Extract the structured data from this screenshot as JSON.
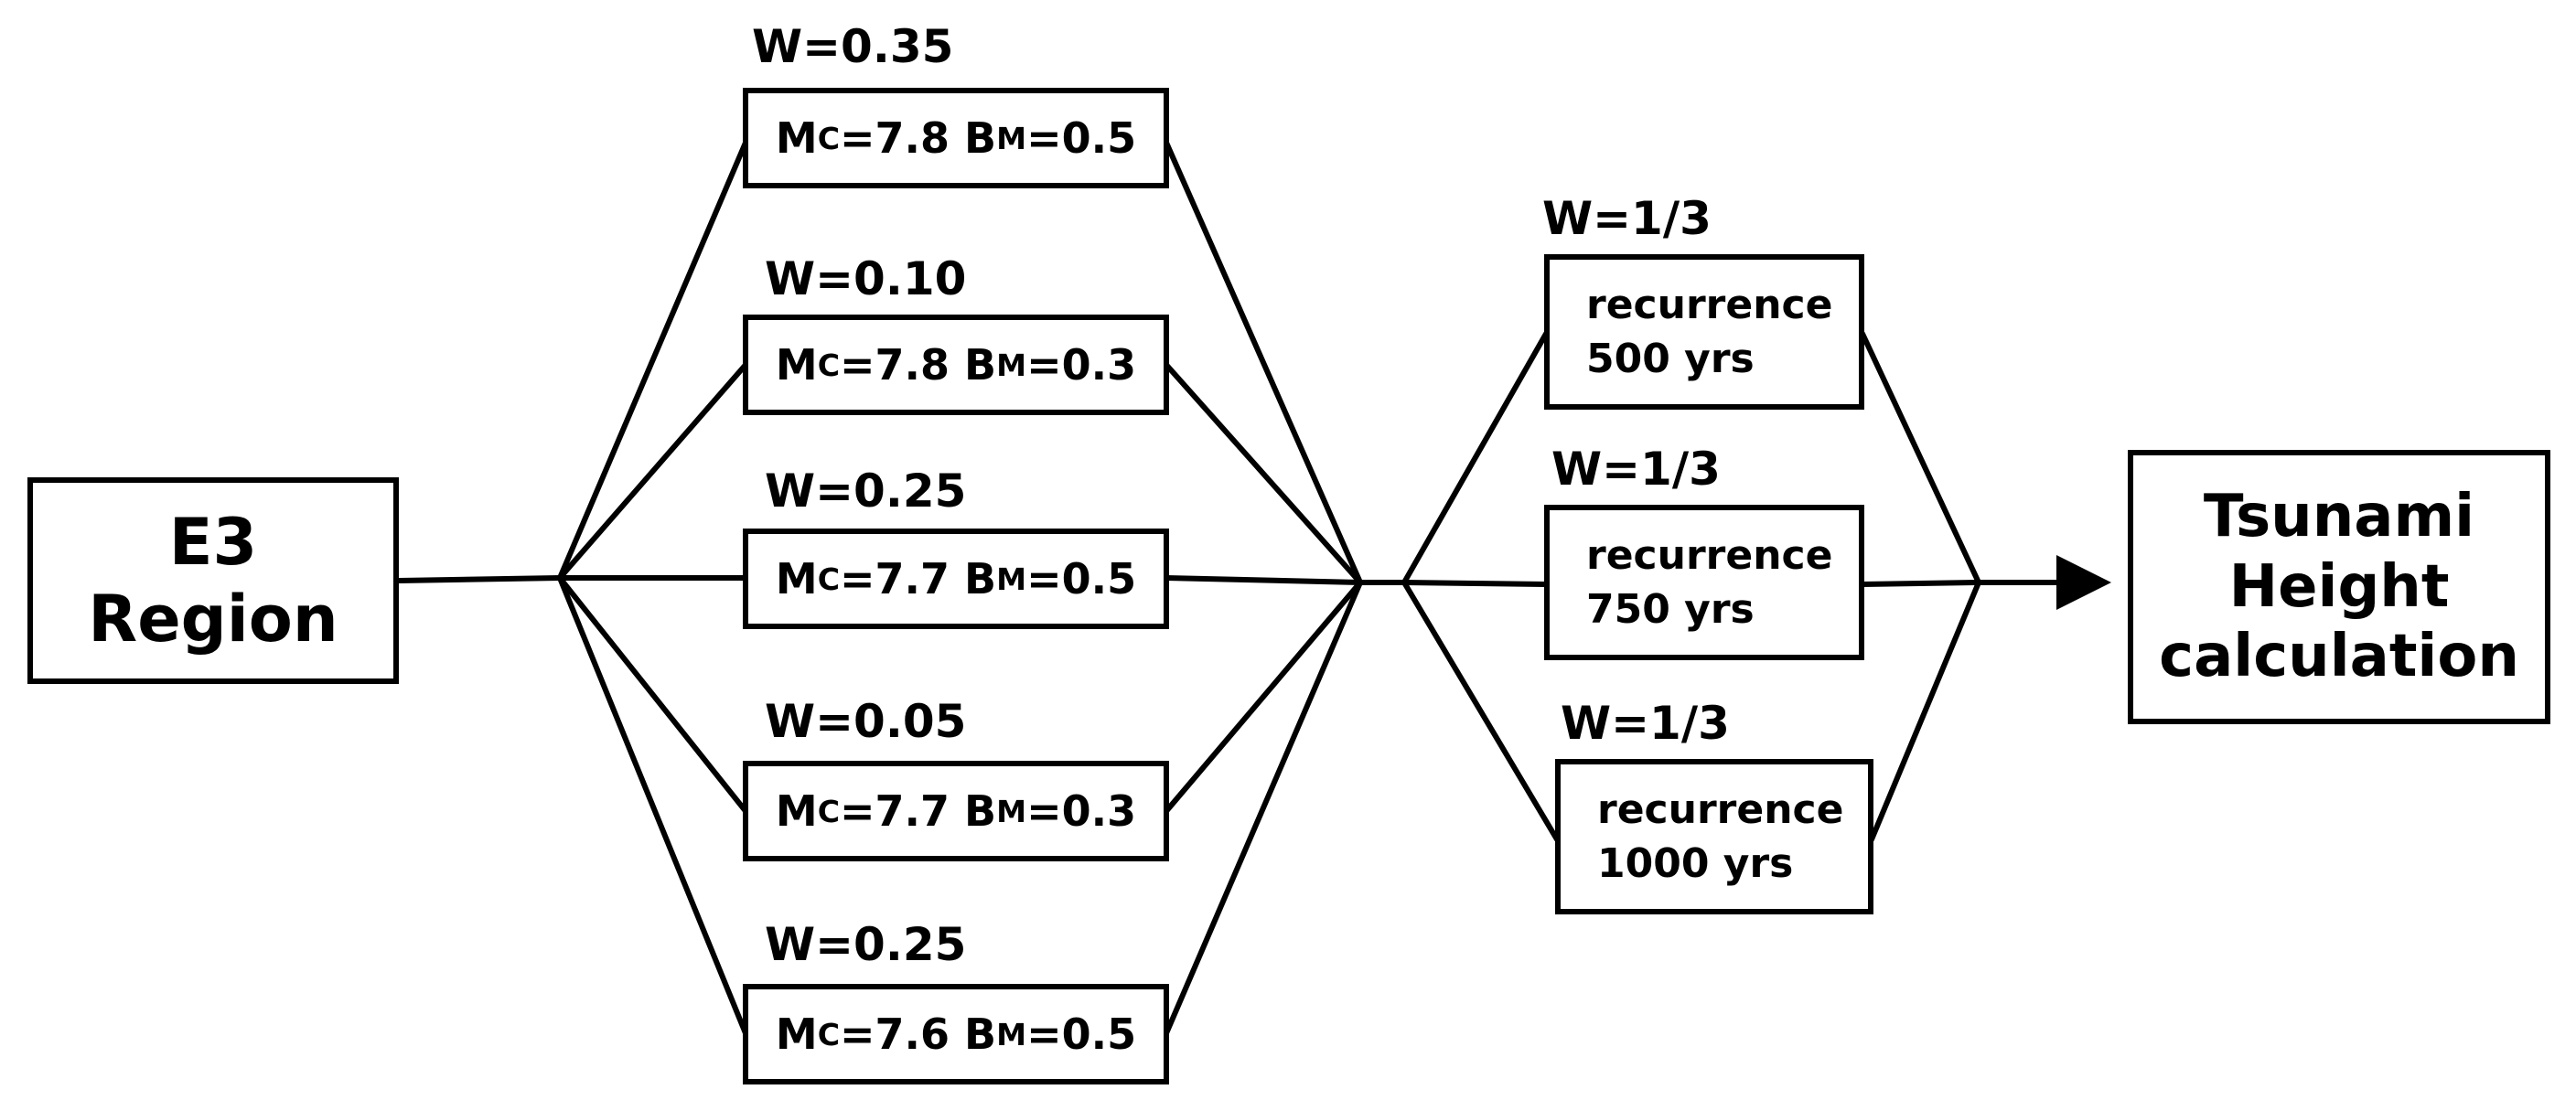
{
  "region": {
    "line1": "E3",
    "line2": "Region"
  },
  "output": {
    "line1": "Tsunami",
    "line2": "Height",
    "line3": "calculation"
  },
  "magnitude_branches": [
    {
      "weight": "W=0.35",
      "mc_prefix": "M",
      "mc_sub": "C",
      "mc_value": "=7.8",
      "bm_prefix": "B",
      "bm_sub": "M",
      "bm_value": "=0.5"
    },
    {
      "weight": "W=0.10",
      "mc_prefix": "M",
      "mc_sub": "C",
      "mc_value": "=7.8",
      "bm_prefix": "B",
      "bm_sub": "M",
      "bm_value": "=0.3"
    },
    {
      "weight": "W=0.25",
      "mc_prefix": "M",
      "mc_sub": "C",
      "mc_value": "=7.7",
      "bm_prefix": "B",
      "bm_sub": "M",
      "bm_value": "=0.5"
    },
    {
      "weight": "W=0.05",
      "mc_prefix": "M",
      "mc_sub": "C",
      "mc_value": "=7.7",
      "bm_prefix": "B",
      "bm_sub": "M",
      "bm_value": "=0.3"
    },
    {
      "weight": "W=0.25",
      "mc_prefix": "M",
      "mc_sub": "C",
      "mc_value": "=7.6",
      "bm_prefix": "B",
      "bm_sub": "M",
      "bm_value": "=0.5"
    }
  ],
  "recurrence_branches": [
    {
      "weight": "W=1/3",
      "line1": "recurrence",
      "line2": "500 yrs"
    },
    {
      "weight": "W=1/3",
      "line1": "recurrence",
      "line2": "750 yrs"
    },
    {
      "weight": "W=1/3",
      "line1": "recurrence",
      "line2": "1000 yrs"
    }
  ]
}
